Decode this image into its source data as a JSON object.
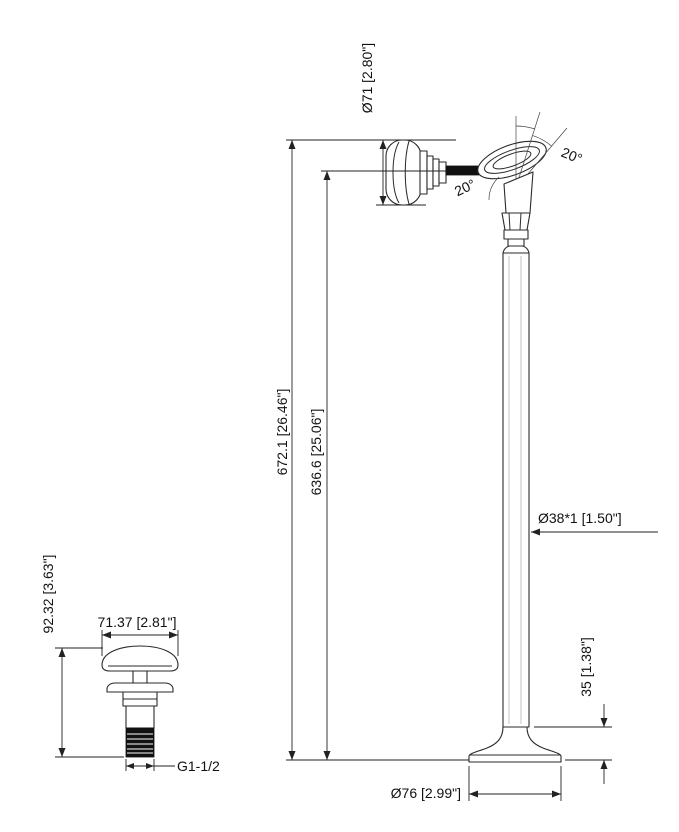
{
  "drawing": {
    "title": "freestanding-faucet-dimension-drawing",
    "main": {
      "dim_head_diameter": "Ø71 [2.80\"]",
      "dim_total_height": "672.1 [26.46\"]",
      "dim_outlet_height": "636.6 [25.06\"]",
      "dim_column_diameter": "Ø38*1 [1.50\"]",
      "dim_base_height": "35 [1.38\"]",
      "dim_base_diameter": "Ø76 [2.99\"]",
      "angle_right": "20°",
      "angle_left": "20°"
    },
    "drain": {
      "dim_height": "92.32 [3.63\"]",
      "dim_cap_diameter": "71.37 [2.81\"]",
      "thread_label": "G1-1/2"
    }
  }
}
